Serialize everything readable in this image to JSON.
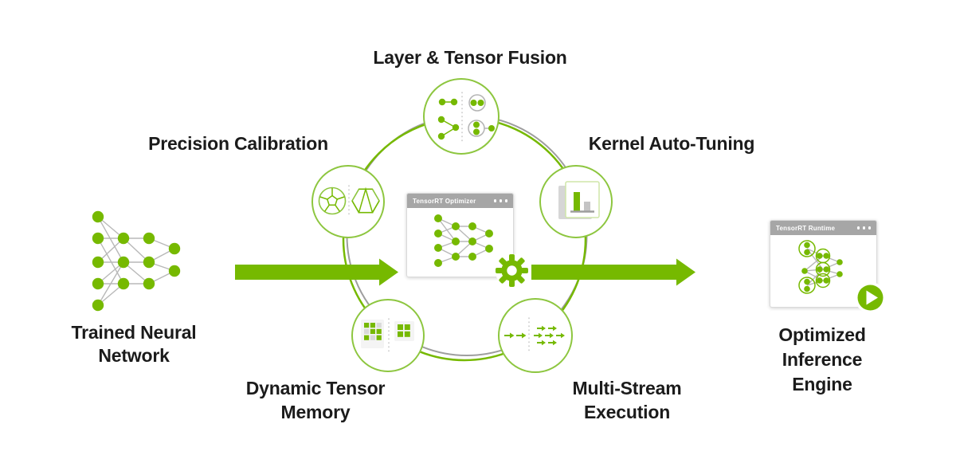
{
  "theme": {
    "green": "#76b900",
    "lgreen": "#8dc63f",
    "linegray": "#b8b8b8",
    "ringgray": "#9e9e9e",
    "titlebar": "#a6a6a6",
    "ink": "#1b1b1b",
    "bg": "#ffffff"
  },
  "labels": {
    "layer_fusion": "Layer & Tensor Fusion",
    "precision_calibration": "Precision Calibration",
    "kernel_auto_tuning": "Kernel Auto-Tuning",
    "dynamic_tensor_memory": "Dynamic Tensor\nMemory",
    "multi_stream_execution": "Multi-Stream\nExecution",
    "trained_neural_network": "Trained Neural\nNetwork",
    "optimized_inference_engine": "Optimized\nInference\nEngine"
  },
  "windows": {
    "optimizer": {
      "title": "TensorRT Optimizer"
    },
    "runtime": {
      "title": "TensorRT Runtime"
    }
  },
  "icons": {
    "fusion": "fused-layer-nodes-icon",
    "precision": "sphere-calibration-icon",
    "kernel": "bar-chart-tuning-icon",
    "memory": "tensor-memory-grid-icon",
    "multistream": "parallel-stream-arrows-icon",
    "gear": "gear-icon",
    "play": "play-icon",
    "window_controls": "ellipsis-icon",
    "neural_network": "neural-network-icon"
  }
}
